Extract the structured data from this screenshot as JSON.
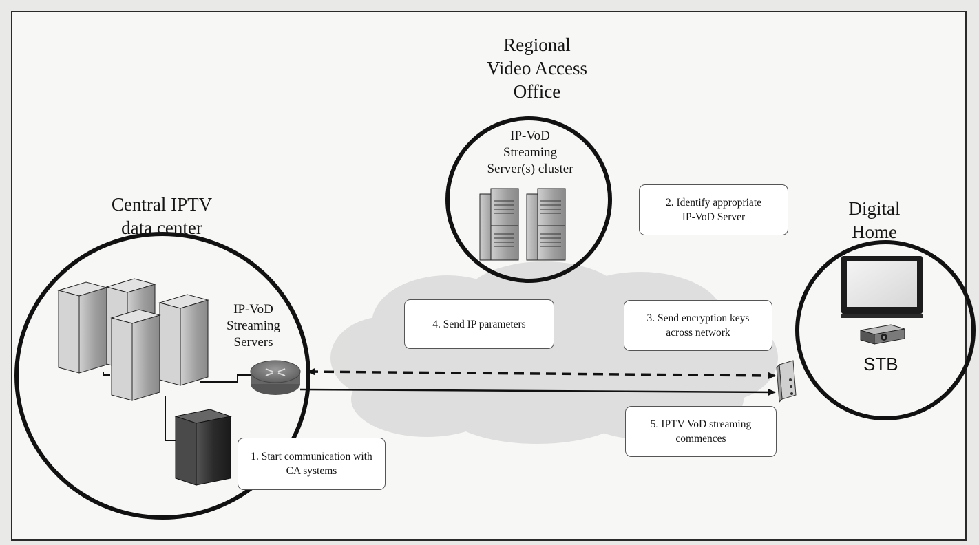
{
  "locations": {
    "regional_office": "Regional\nVideo Access\nOffice",
    "central_dc": "Central IPTV\ndata center",
    "digital_home": "Digital\nHome"
  },
  "labels": {
    "regional_cluster": "IP-VoD\nStreaming\nServer(s) cluster",
    "central_servers": "IP-VoD\nStreaming\nServers",
    "stb": "STB"
  },
  "steps": {
    "step1": "1. Start communication with\nCA systems",
    "step2": "2. Identify appropriate\nIP-VoD Server",
    "step3": "3. Send encryption keys\nacross network",
    "step4": "4. Send IP parameters",
    "step5": "5. IPTV VoD streaming\ncommences"
  },
  "icons": {
    "router": "router-icon",
    "modem": "modem-icon",
    "tv": "tv-icon",
    "stb": "stb-icon",
    "server_rack": "server-rack-icon",
    "ca_server": "ca-server-icon",
    "cloud": "cloud-icon"
  },
  "colors": {
    "cloud": "#dcdcdc",
    "circle_stroke": "#111111",
    "server_body": "#b9b9b9",
    "ca_server": "#3b3b3b"
  }
}
